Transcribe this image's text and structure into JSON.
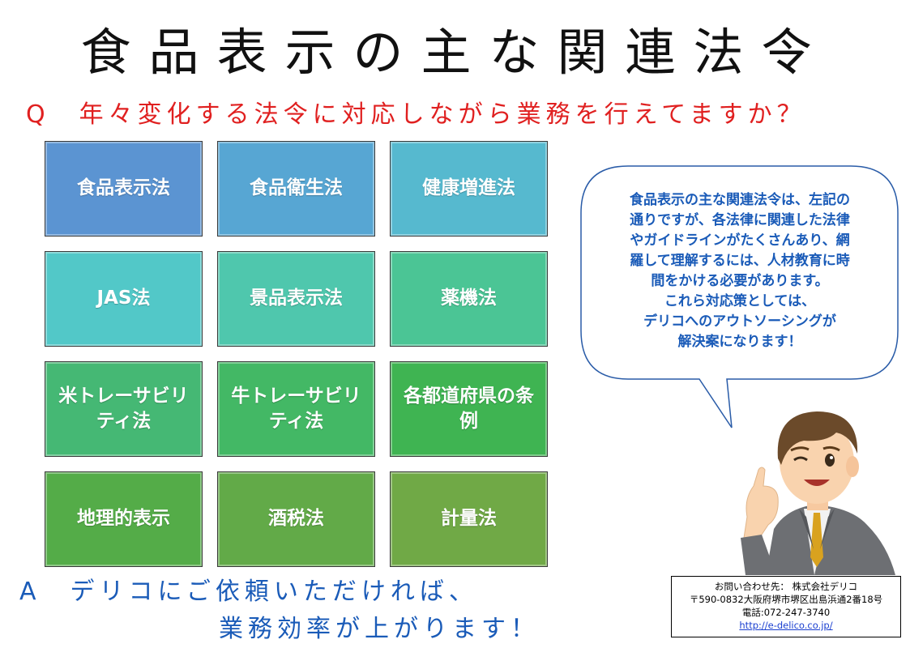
{
  "title": "食品表示の主な関連法令",
  "question": "Q　年々変化する法令に対応しながら業務を行えてますか？",
  "tiles": [
    {
      "label": "食品表示法",
      "color": "#5b94d2"
    },
    {
      "label": "食品衛生法",
      "color": "#57a6d3"
    },
    {
      "label": "健康増進法",
      "color": "#56b9cf"
    },
    {
      "label": "JAS法",
      "color": "#52c8c8"
    },
    {
      "label": "景品表示法",
      "color": "#4fc7ad"
    },
    {
      "label": "薬機法",
      "color": "#4bc595"
    },
    {
      "label": "米トレーサビリティ法",
      "color": "#45b874"
    },
    {
      "label": "牛トレーサビリティ法",
      "color": "#43b865"
    },
    {
      "label": "各都道府県の条例",
      "color": "#3fb452"
    },
    {
      "label": "地理的表示",
      "color": "#54ac48"
    },
    {
      "label": "酒税法",
      "color": "#62aa48"
    },
    {
      "label": "計量法",
      "color": "#70a946"
    }
  ],
  "bubble": {
    "lines": [
      "食品表示の主な関連法令は、左記の",
      "通りですが、各法律に関連した法律",
      "やガイドラインがたくさんあり、網",
      "羅して理解するには、人材教育に時",
      "間をかける必要があります。",
      "これら対応策としては、",
      "デリコへのアウトソーシングが",
      "解決案になります！"
    ]
  },
  "answer": {
    "line1": "A　デリコにご依頼いただければ、",
    "line2": "業務効率が上がります！"
  },
  "contact": {
    "line1": "お問い合わせ先：  株式会社デリコ",
    "line2": "〒590-0832大阪府堺市堺区出島浜通2番18号",
    "line3": "電話:072-247-3740",
    "url": "http://e-delico.co.jp/"
  },
  "icons": {
    "person": "businessman-wink-icon"
  }
}
